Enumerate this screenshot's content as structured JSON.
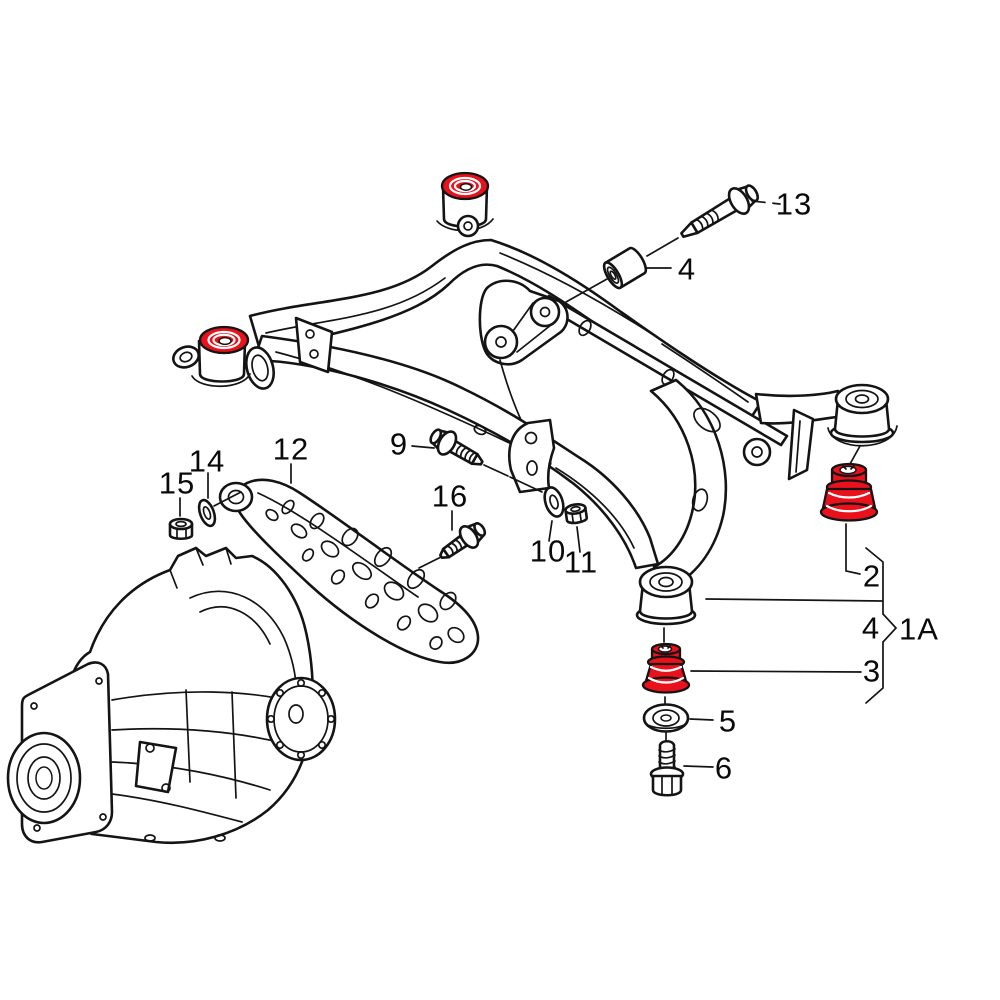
{
  "colors": {
    "highlight_red": "#e8111c",
    "line_black": "#141414",
    "background": "#ffffff"
  },
  "callouts": {
    "c13": "13",
    "c4_top": "4",
    "c9": "9",
    "c16": "16",
    "c14": "14",
    "c15": "15",
    "c12": "12",
    "c10": "10",
    "c11": "11",
    "c2": "2",
    "c4_group": "4",
    "c1A": "1A",
    "c3": "3",
    "c5": "5",
    "c6": "6"
  }
}
